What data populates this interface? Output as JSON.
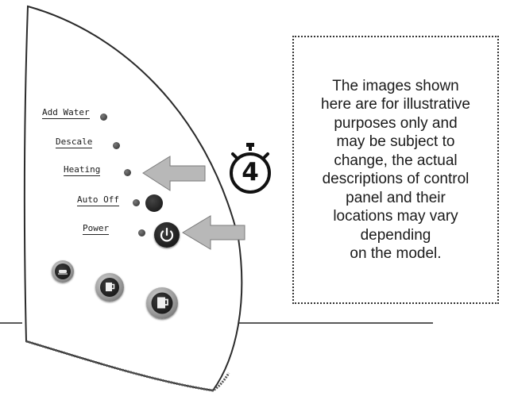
{
  "panel": {
    "indicators": [
      {
        "label": "Add Water"
      },
      {
        "label": "Descale"
      },
      {
        "label": "Heating"
      },
      {
        "label": "Auto Off"
      },
      {
        "label": "Power"
      }
    ]
  },
  "step_badge": {
    "number": "4"
  },
  "notice": {
    "text": "The images shown\nhere are for illustrative\npurposes only and\nmay be subject to\nchange, the actual\ndescriptions of control\npanel and their\nlocations may vary\ndepending\non the model."
  },
  "icons": [
    "power-icon",
    "small-cup-icon",
    "mug-icon",
    "large-mug-icon",
    "arrow-left-icon",
    "stopwatch-icon"
  ]
}
